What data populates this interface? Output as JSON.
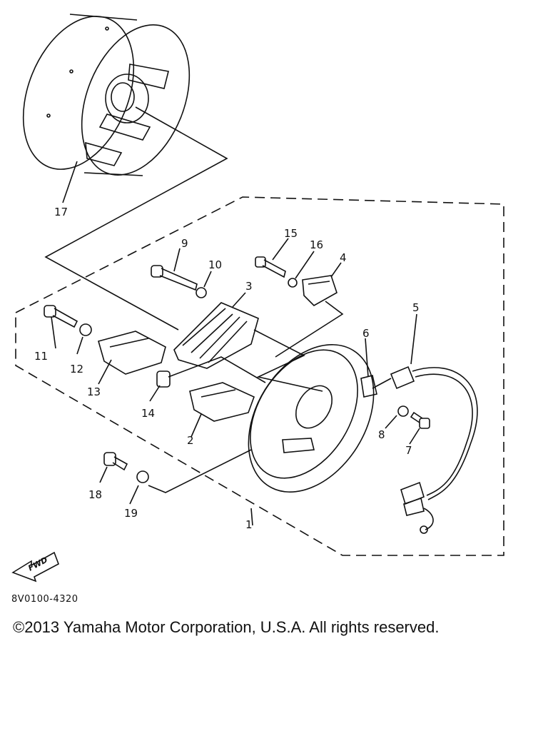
{
  "diagram": {
    "part_numbers": [
      "1",
      "2",
      "3",
      "4",
      "5",
      "6",
      "7",
      "8",
      "9",
      "10",
      "11",
      "12",
      "13",
      "14",
      "15",
      "16",
      "17",
      "18",
      "19"
    ],
    "fwd_label": "FWD",
    "diagram_code": "8V0100-4320",
    "copyright": "©2013 Yamaha Motor Corporation, U.S.A. All rights reserved."
  }
}
